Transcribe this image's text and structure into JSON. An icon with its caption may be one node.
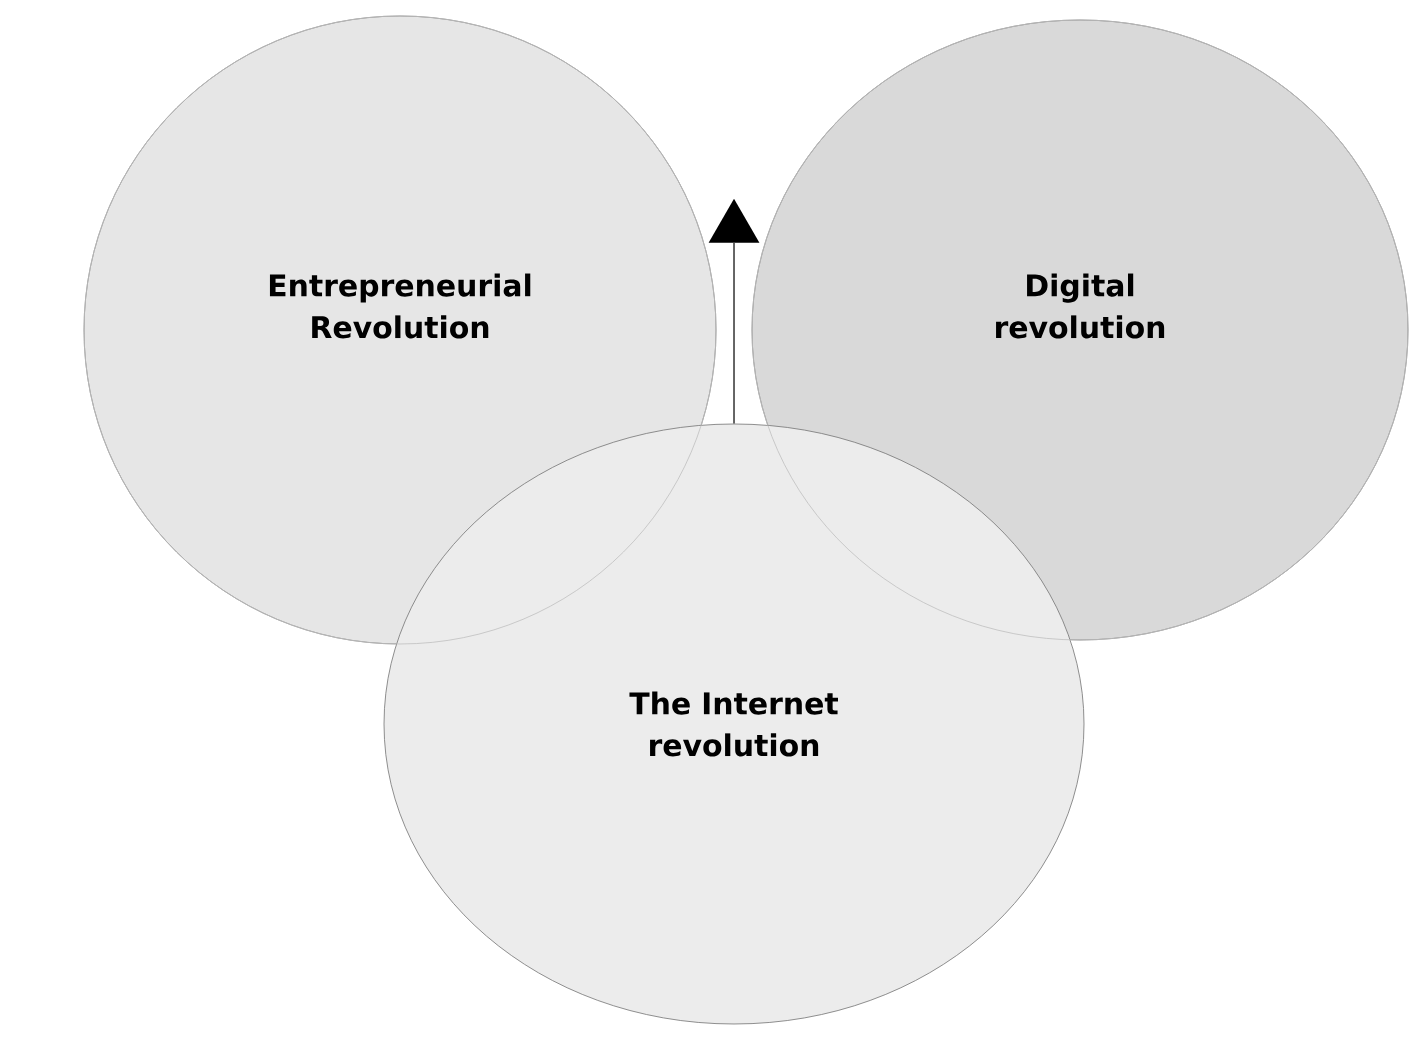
{
  "diagram": {
    "nodes": [
      {
        "text": [
          "Entrepreneurial Revolution"
        ]
      },
      {
        "text": [
          "Digital revolution"
        ]
      },
      {
        "text": [
          "The Internet revolution"
        ]
      },
      {
        "text": [],
        "shape": "triangle"
      }
    ],
    "edges": [
      {
        "from": 2,
        "to": 3,
        "arrow": "none"
      }
    ]
  }
}
